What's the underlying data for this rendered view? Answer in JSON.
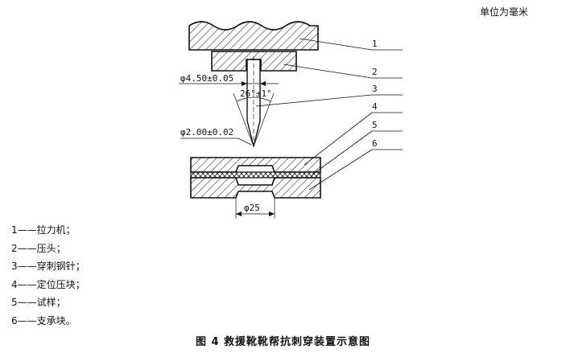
{
  "unit_note": "单位为毫米",
  "callouts": [
    "1",
    "2",
    "3",
    "4",
    "5",
    "6"
  ],
  "dimensions": {
    "hole_diameter": "φ4.50±0.05",
    "tip_angle": "26°±1°",
    "tip_diameter": "φ2.00±0.02",
    "support_hole": "φ25"
  },
  "legend": [
    "1——拉力机；",
    "2——压头；",
    "3——穿刺钢针；",
    "4——定位压块；",
    "5——试样；",
    "6——支承块。"
  ],
  "caption": "图 4   救援靴靴帮抗刺穿装置示意图"
}
